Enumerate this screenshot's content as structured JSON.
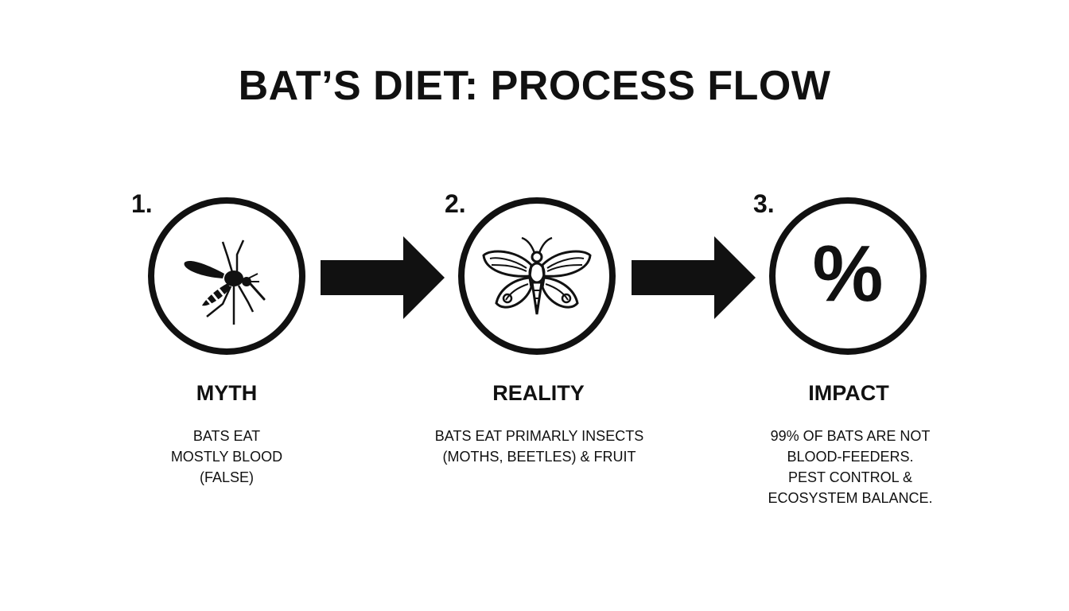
{
  "title": "BAT’S DIET: PROCESS FLOW",
  "steps": [
    {
      "number": "1.",
      "icon": "mosquito-icon",
      "label": "MYTH",
      "description_lines": [
        "BATS EAT",
        "MOSTLY BLOOD",
        "(FALSE)"
      ]
    },
    {
      "number": "2.",
      "icon": "moth-icon",
      "label": "REALITY",
      "description_lines": [
        "BATS EAT PRIMARLY INSECTS",
        "(MOTHS, BEETLES) & FRUIT"
      ]
    },
    {
      "number": "3.",
      "icon": "percent-icon",
      "icon_glyph": "%",
      "label": "IMPACT",
      "description_lines": [
        "99% OF BATS ARE NOT",
        "BLOOD-FEEDERS.",
        "PEST CONTROL &",
        "ECOSYSTEM BALANCE."
      ]
    }
  ],
  "colors": {
    "ink": "#111111",
    "background": "#ffffff"
  }
}
